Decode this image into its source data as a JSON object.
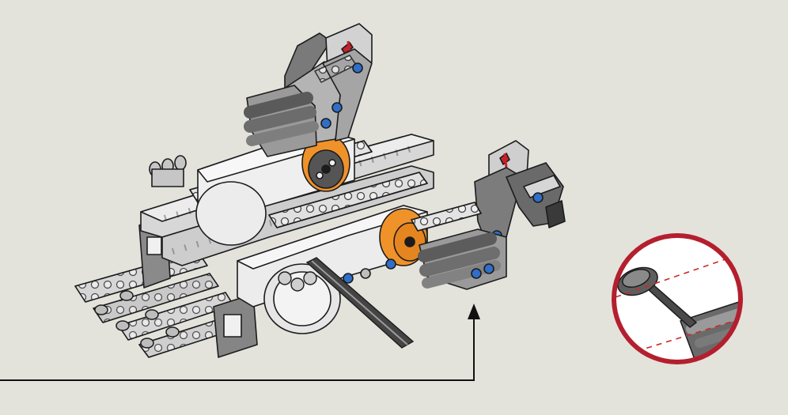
{
  "figure": {
    "background_color": "#e3e3dc",
    "palette": {
      "beam_light": "#d8d8d8",
      "beam_mid": "#a8a8a8",
      "beam_dark": "#6f6f6f",
      "outline": "#1c1c1c",
      "accent_orange": "#f0922a",
      "accent_blue": "#2f6fc8",
      "accent_red": "#c8202a",
      "callout_circle": "#b41f2e",
      "guide_dash": "#cc2a2a",
      "pointer_line": "#111111"
    },
    "components": [
      {
        "name": "main-chassis",
        "icon": "lego-chassis"
      },
      {
        "name": "upper-arm",
        "icon": "lego-arm"
      },
      {
        "name": "right-arm",
        "icon": "lego-arm"
      },
      {
        "name": "left-legs",
        "icon": "lego-legs"
      },
      {
        "name": "servo-motor-upper",
        "icon": "servo-motor"
      },
      {
        "name": "servo-motor-lower",
        "icon": "servo-motor"
      },
      {
        "name": "axle-rod",
        "icon": "axle"
      }
    ],
    "callout": {
      "shape": "circle",
      "content": "axle-alignment-detail",
      "guide_style": "dashed"
    },
    "pointer": {
      "type": "elbow-arrow",
      "direction": "up"
    }
  }
}
